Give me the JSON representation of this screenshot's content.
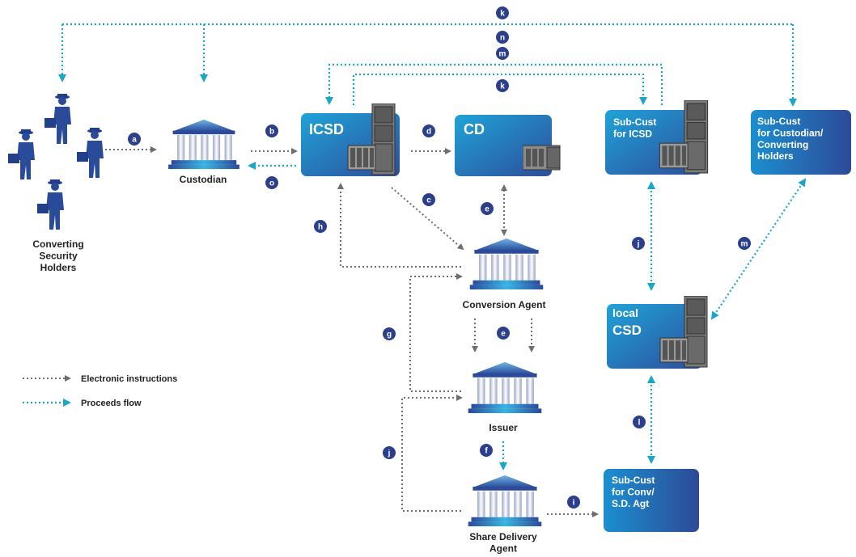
{
  "colors": {
    "electronic": "#6e6e6e",
    "proceeds": "#1aa6c8",
    "badge": "#2b3f8c",
    "box_light": "#1e9bd3",
    "box_dark": "#2c4f9c",
    "person": "#2a4a9a"
  },
  "nodes": {
    "holders": "Converting\nSecurity\nHolders",
    "custodian": "Custodian",
    "icsd": "ICSD",
    "cd": "CD",
    "subcust_icsd": "Sub-Cust\nfor ICSD",
    "subcust_holders": "Sub-Cust\nfor Custodian/\nConverting\nHolders",
    "conversion_agent": "Conversion Agent",
    "local_csd_1": "local",
    "local_csd_2": "CSD",
    "issuer": "Issuer",
    "share_delivery_agent": "Share Delivery\nAgent",
    "subcust_conv": "Sub-Cust\nfor Conv/\nS.D. Agt"
  },
  "legend": {
    "electronic": "Electronic instructions",
    "proceeds": "Proceeds flow"
  },
  "badges": {
    "a": "a",
    "b": "b",
    "o": "o",
    "d": "d",
    "c": "c",
    "h": "h",
    "e_top": "e",
    "e_mid": "e",
    "g": "g",
    "j_left": "j",
    "j_right": "j",
    "f": "f",
    "i": "i",
    "l": "l",
    "m_right": "m",
    "k_top": "k",
    "n": "n",
    "m_top": "m",
    "k_inner": "k"
  },
  "icons": {
    "bank": "bank-building-icon",
    "server": "server-tower-icon",
    "person": "businessman-icon"
  }
}
